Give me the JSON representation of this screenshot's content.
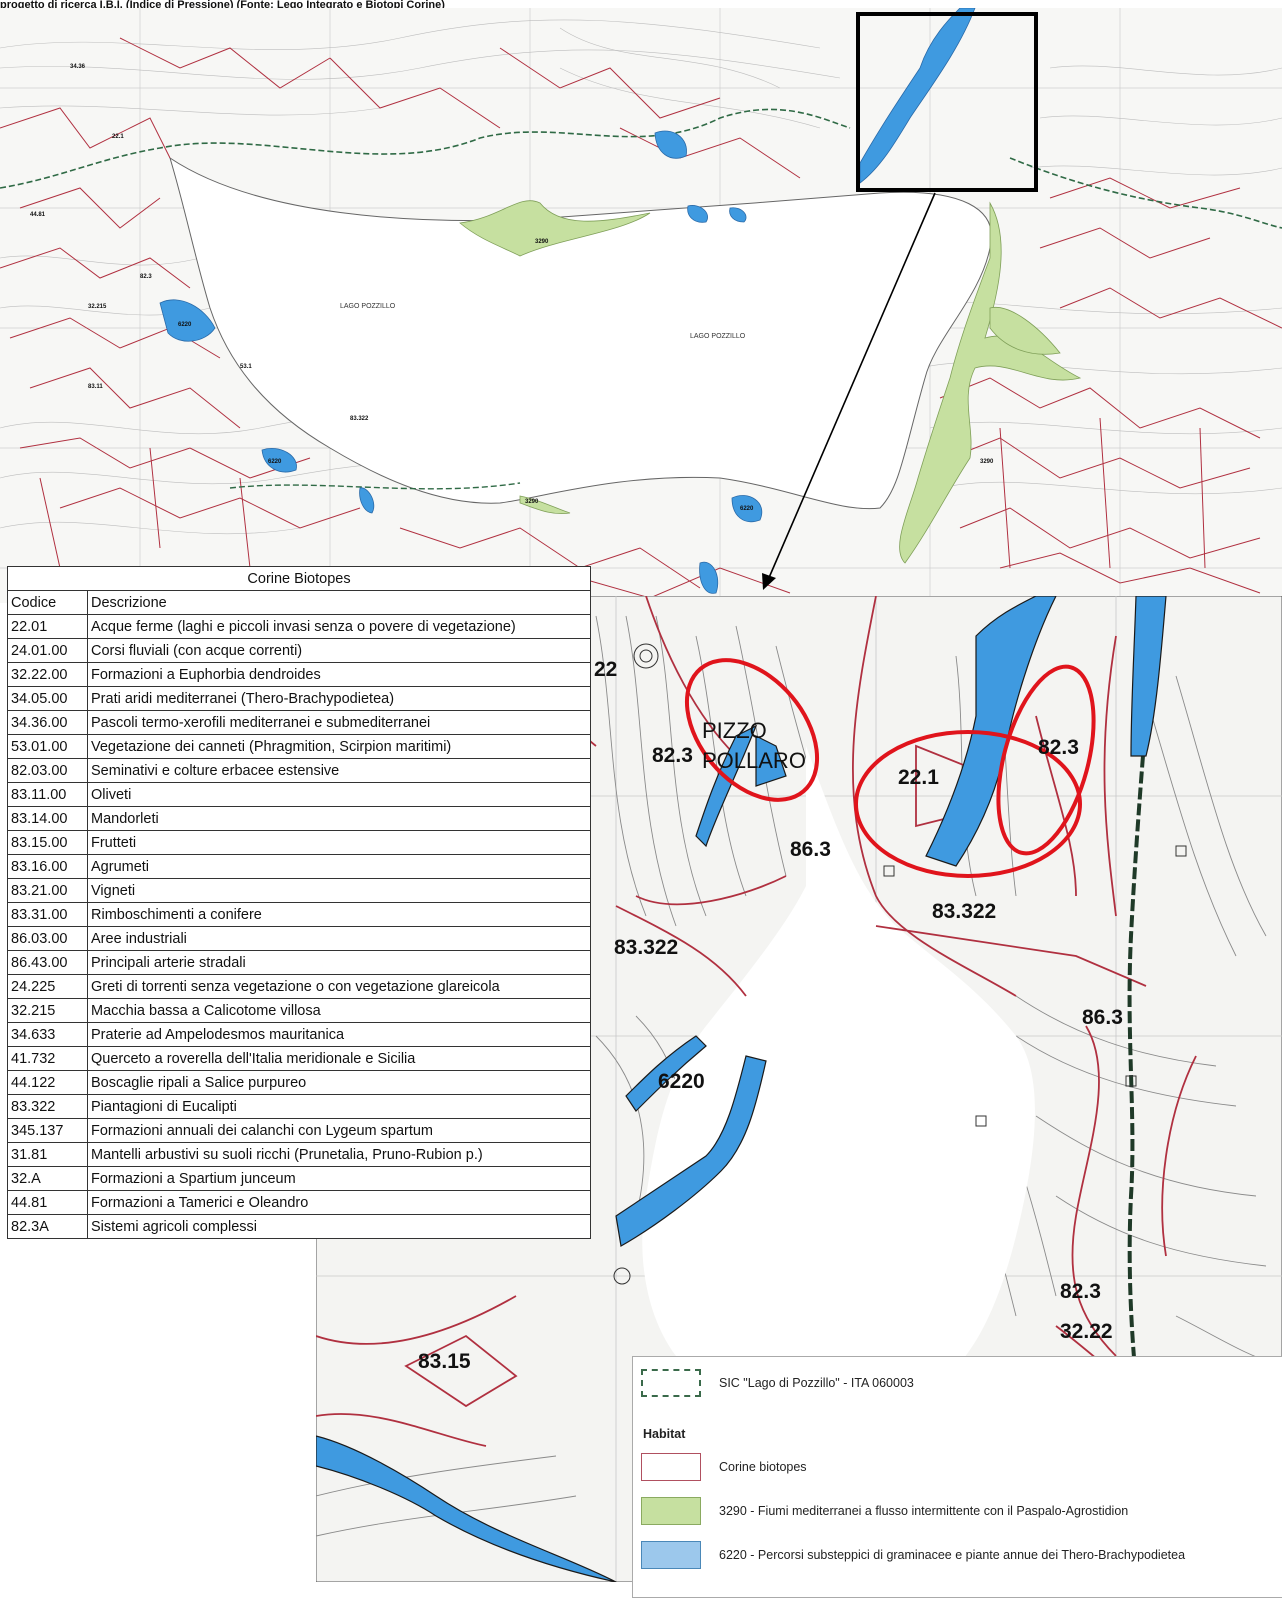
{
  "caption": "progetto di ricerca I.B.I. (Indice di Pressione) (Fonte: Lego Integrato e Biotopi Corine)",
  "map_labels": {
    "lake_left": "LAGO  POZZILLO",
    "lake_right": "LAGO  POZZILLO",
    "pizzo": "PIZZO",
    "pollaro": "POLLARO"
  },
  "top_codes": {
    "c1": "3290",
    "c2": "3290",
    "c3": "6220",
    "c4": "6220",
    "c5": "3290",
    "c6": "6220",
    "c7": "83.322",
    "c8": "34.36",
    "c9": "22.1",
    "c10": "82.3",
    "c11": "83.11",
    "c12": "44.81",
    "c13": "53.1",
    "c14": "32.215"
  },
  "detail_codes": {
    "d1": "22.1",
    "d2": "86.3",
    "d3": "83.322",
    "d4": "83.322",
    "d5": "6220",
    "d6": "82.3",
    "d7": "32.22",
    "d8": "83.15",
    "d9": "82.3",
    "d10": "86.3",
    "d11": "82.3",
    "d12": "22"
  },
  "table": {
    "title": "Corine Biotopes",
    "headers": [
      "Codice",
      "Descrizione"
    ],
    "rows": [
      [
        "22.01",
        "Acque ferme (laghi e piccoli invasi senza o povere di vegetazione)"
      ],
      [
        "24.01.00",
        "Corsi fluviali (con acque correnti)"
      ],
      [
        "32.22.00",
        "Formazioni a Euphorbia dendroides"
      ],
      [
        "34.05.00",
        "Prati aridi mediterranei (Thero-Brachypodietea)"
      ],
      [
        "34.36.00",
        "Pascoli termo-xerofili mediterranei e submediterranei"
      ],
      [
        "53.01.00",
        "Vegetazione dei canneti (Phragmition, Scirpion maritimi)"
      ],
      [
        "82.03.00",
        "Seminativi e colture erbacee estensive"
      ],
      [
        "83.11.00",
        "Oliveti"
      ],
      [
        "83.14.00",
        "Mandorleti"
      ],
      [
        "83.15.00",
        "Frutteti"
      ],
      [
        "83.16.00",
        "Agrumeti"
      ],
      [
        "83.21.00",
        "Vigneti"
      ],
      [
        "83.31.00",
        "Rimboschimenti a conifere"
      ],
      [
        "86.03.00",
        "Aree industriali"
      ],
      [
        "86.43.00",
        "Principali arterie stradali"
      ],
      [
        "24.225",
        "Greti di torrenti senza vegetazione o con vegetazione glareicola"
      ],
      [
        "32.215",
        "Macchia bassa a Calicotome villosa"
      ],
      [
        "34.633",
        "Praterie ad Ampelodesmos mauritanica"
      ],
      [
        "41.732",
        "Querceto a roverella dell'Italia meridionale e Sicilia"
      ],
      [
        "44.122",
        "Boscaglie ripali a Salice purpureo"
      ],
      [
        "83.322",
        "Piantagioni di Eucalipti"
      ],
      [
        "345.137",
        "Formazioni annuali dei calanchi con Lygeum spartum"
      ],
      [
        "31.81",
        "Mantelli arbustivi su suoli ricchi (Prunetalia, Pruno-Rubion p.)"
      ],
      [
        "32.A",
        "Formazioni a Spartium junceum"
      ],
      [
        "44.81",
        "Formazioni a Tamerici e Oleandro"
      ],
      [
        "82.3A",
        "Sistemi agricoli complessi"
      ]
    ]
  },
  "legend": {
    "sic": "SIC \"Lago di Pozzillo\" - ITA 060003",
    "habitat_heading": "Habitat",
    "corine": "Corine biotopes",
    "h3290": "3290 - Fiumi mediterranei a flusso intermittente con il Paspalo-Agrostidion",
    "h6220": "6220 - Percorsi substeppici di graminacee e piante annue dei Thero-Brachypodietea"
  },
  "colors": {
    "habitat_3290": "#c6e0a0",
    "habitat_6220": "#3f9ae0",
    "corine_boundary": "#b03040",
    "sic_boundary": "#2f6a45",
    "highlight": "#e0141c"
  }
}
